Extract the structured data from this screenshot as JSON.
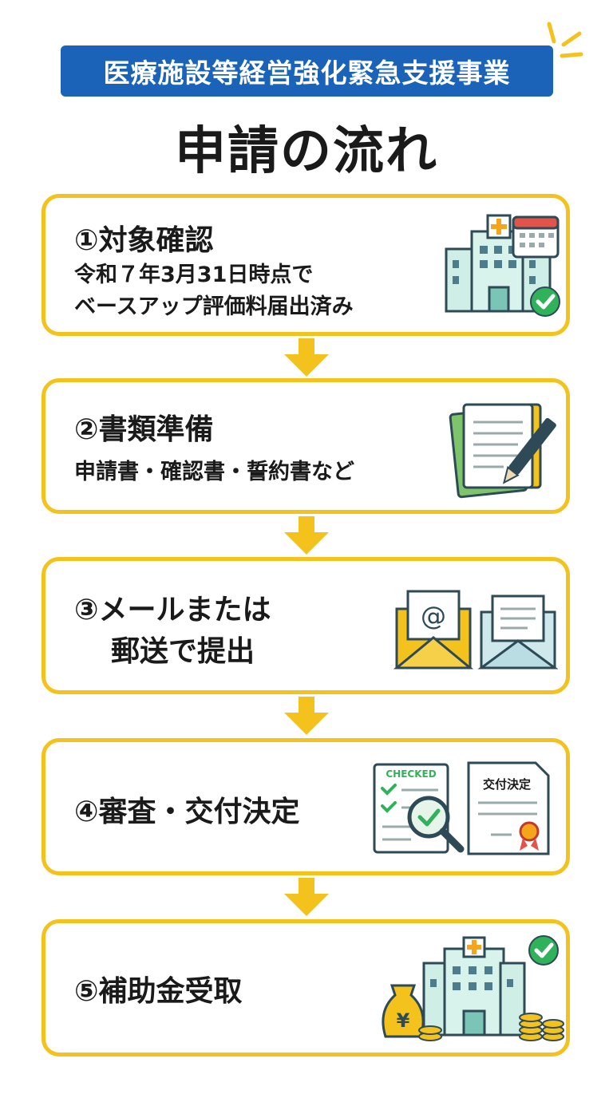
{
  "header": {
    "banner": "医療施設等経営強化緊急支援事業",
    "title": "申請の流れ"
  },
  "steps": [
    {
      "label": "①対象確認",
      "desc_line1": "令和７年3月31日時点で",
      "desc_line2": "ベースアップ評価料届出済み",
      "icon": "hospital-calendar-icon"
    },
    {
      "label": "②書類準備",
      "desc": "申請書・確認書・誓約書など",
      "icon": "documents-pen-icon"
    },
    {
      "label_line1": "③メールまたは",
      "label_line2": "郵送で提出",
      "icon": "email-envelope-icon"
    },
    {
      "label": "④審査・交付決定",
      "checked_label": "CHECKED",
      "doc_label": "交付決定",
      "icon": "review-certificate-icon"
    },
    {
      "label": "⑤補助金受取",
      "yen": "¥",
      "icon": "subsidy-money-icon"
    }
  ],
  "colors": {
    "accent_yellow": "#f4c21c",
    "banner_blue": "#1a63b8",
    "check_green": "#2fb25a"
  }
}
